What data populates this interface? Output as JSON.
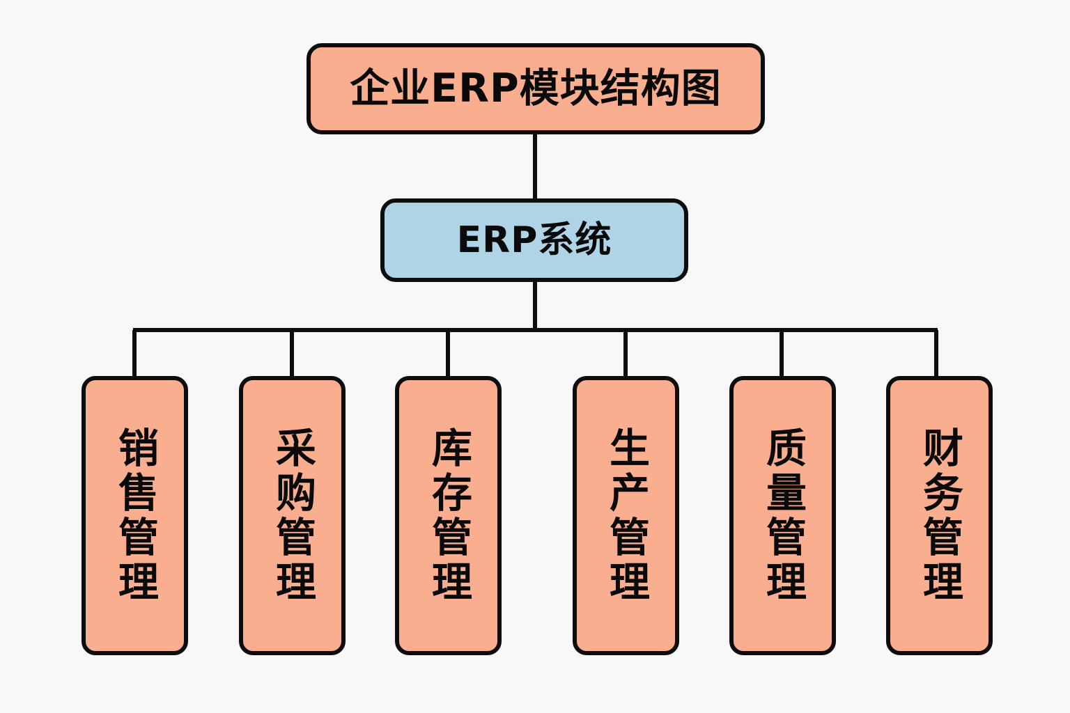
{
  "diagram": {
    "title": "企业ERP模块结构图",
    "type": "organizational-tree",
    "background_color": "#f8f8f8",
    "line_color": "#0d0d0d",
    "title_node": {
      "label": "企业ERP模块结构图",
      "fill_color": "#f9ae90",
      "border_color": "#0d0d0d"
    },
    "root_node": {
      "label": "ERP系统",
      "fill_color": "#aed4e6",
      "border_color": "#0d0d0d"
    },
    "modules": [
      {
        "label": "销售管理",
        "fill_color": "#f9ae90"
      },
      {
        "label": "采购管理",
        "fill_color": "#f9ae90"
      },
      {
        "label": "库存管理",
        "fill_color": "#f9ae90"
      },
      {
        "label": "生产管理",
        "fill_color": "#f9ae90"
      },
      {
        "label": "质量管理",
        "fill_color": "#f9ae90"
      },
      {
        "label": "财务管理",
        "fill_color": "#f9ae90"
      }
    ]
  }
}
